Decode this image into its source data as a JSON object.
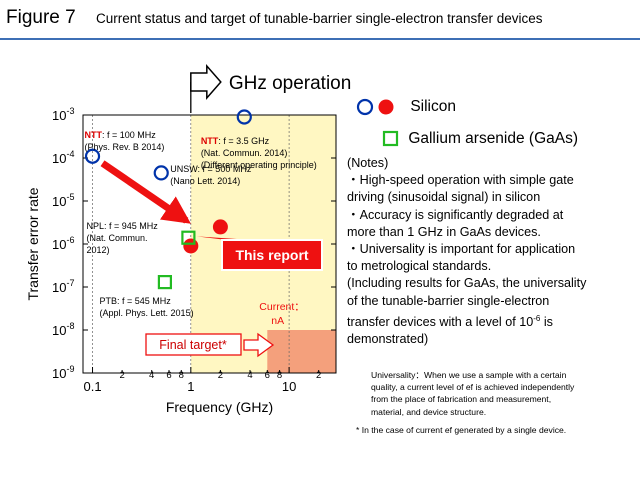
{
  "header": {
    "figure_number": "Figure 7",
    "title": "Current status and target of tunable-barrier single-electron transfer devices"
  },
  "chart_data": {
    "type": "scatter",
    "x_scale": "log",
    "y_scale": "log",
    "xlabel": "Frequency (GHz)",
    "ylabel": "Transfer error rate",
    "xlim": [
      0.08,
      30
    ],
    "ylim": [
      1e-09,
      0.001
    ],
    "x_ticks_major": [
      "0.1",
      "1",
      "10"
    ],
    "x_ticks_minor": [
      "2",
      "4",
      "6",
      "8",
      "2",
      "4",
      "6",
      "8",
      "2"
    ],
    "y_ticks": [
      {
        "base": "10",
        "exp": "-3"
      },
      {
        "base": "10",
        "exp": "-4"
      },
      {
        "base": "10",
        "exp": "-5"
      },
      {
        "base": "10",
        "exp": "-6"
      },
      {
        "base": "10",
        "exp": "-7"
      },
      {
        "base": "10",
        "exp": "-8"
      },
      {
        "base": "10",
        "exp": "-9"
      }
    ],
    "gridlines_x": [
      0.1,
      1,
      10
    ],
    "shaded_region_ghz_from": 1,
    "current_region": {
      "x_from": 6,
      "y_to": 1e-08,
      "label": "Current：nA"
    },
    "series": [
      {
        "name": "Silicon",
        "marker": "open-circle",
        "color": "#0033aa",
        "points": [
          {
            "x": 0.1,
            "y": 0.00011,
            "label_org": "NTT",
            "label_rest": ": f = 100 MHz",
            "label_ref": "(Phys. Rev. B 2014)"
          },
          {
            "x": 0.5,
            "y": 4.5e-05,
            "label_org": "",
            "label_rest": "UNSW: f = 500 MHz",
            "label_ref": "(Nano Lett. 2014)"
          },
          {
            "x": 3.5,
            "y": 0.0009,
            "label_org": "NTT",
            "label_rest": ": f = 3.5 GHz",
            "label_ref": "(Nat. Commun. 2014)",
            "label_ref2": "(Different operating principle)"
          }
        ]
      },
      {
        "name": "Silicon",
        "marker": "filled-circle",
        "color": "#ee1111",
        "points": [
          {
            "x": 1,
            "y": 9e-07
          },
          {
            "x": 2,
            "y": 2.5e-06
          }
        ]
      },
      {
        "name": "Gallium arsenide (GaAs)",
        "marker": "open-square",
        "color": "#22bb22",
        "points": [
          {
            "x": 0.945,
            "y": 1.4e-06,
            "label_rest": "NPL: f = 945 MHz",
            "label_ref": "(Nat. Commun.",
            "label_ref2": "2012)"
          },
          {
            "x": 0.545,
            "y": 1.3e-07,
            "label_rest": "PTB: f = 545 MHz",
            "label_ref": "(Appl. Phys. Lett. 2015)"
          }
        ]
      }
    ],
    "annotations": {
      "ghz_operation": "GHz operation",
      "this_report": "This report",
      "final_target": "Final target*"
    }
  },
  "legend": {
    "silicon": "Silicon",
    "gaas": "Gallium arsenide (GaAs)"
  },
  "notes": [
    "(Notes)",
    "・High-speed operation with simple gate",
    "driving (sinusoidal signal) in silicon",
    "・Accuracy is significantly degraded at",
    "more than 1 GHz in GaAs devices.",
    "・Universality is important for application",
    "to metrological standards.",
    "(Including results for GaAs, the universality",
    "of the tunable-barrier single-electron"
  ],
  "notes_last": {
    "pre": "transfer devices with a level of 10",
    "sup": "-6",
    "post": " is"
  },
  "notes_end": "demonstrated)",
  "definition": [
    "Universality：When we use a sample with a certain",
    "quality, a current level of ef is achieved independently",
    "from the place of  fabrication and measurement,",
    "material, and device structure."
  ],
  "footnote": "* In the case of current ef generated by a single device.",
  "colors": {
    "accent_blue": "#3d6fb5",
    "shade_yellow": "#fff7c2",
    "red": "#ee1111",
    "blue": "#0033aa",
    "green": "#22bb22",
    "salmon": "#f4a07c"
  }
}
